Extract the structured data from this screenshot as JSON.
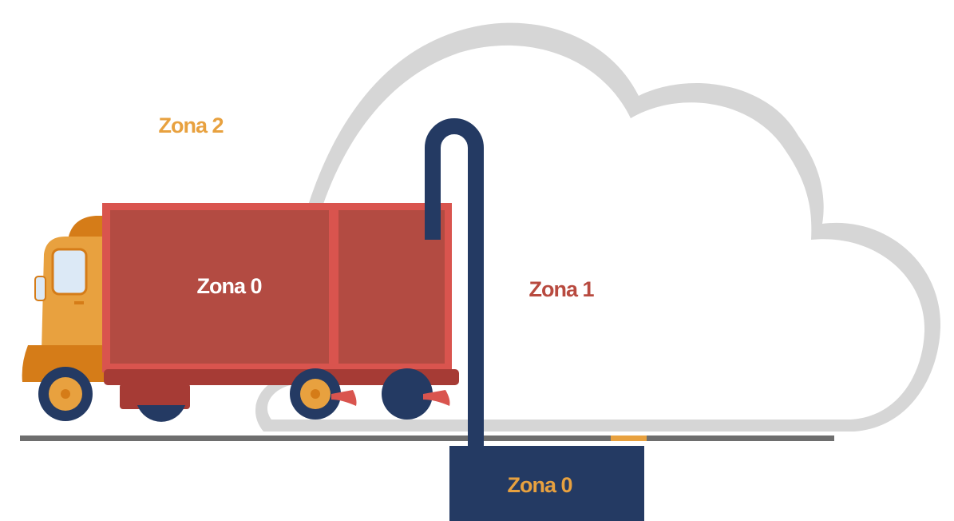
{
  "labels": {
    "zone2": "Zona 2",
    "zone1": "Zona 1",
    "zone0_truck": "Zona 0",
    "zone0_tank": "Zona 0"
  },
  "colors": {
    "zone2_text": "#E8A13F",
    "zone1_text": "#B84A3F",
    "zone0_truck_text": "#FFFFFF",
    "zone0_tank_text": "#E8A13F",
    "cloud_outline": "#D6D6D6",
    "cloud_fill": "#FFFFFF",
    "navy": "#243A63",
    "container_fill": "#B34B42",
    "container_frame": "#D9544E",
    "cab_body": "#E8A13F",
    "cab_dark": "#D57C18",
    "ground": "#6E6E6E",
    "ground_accent": "#E8A13F"
  }
}
